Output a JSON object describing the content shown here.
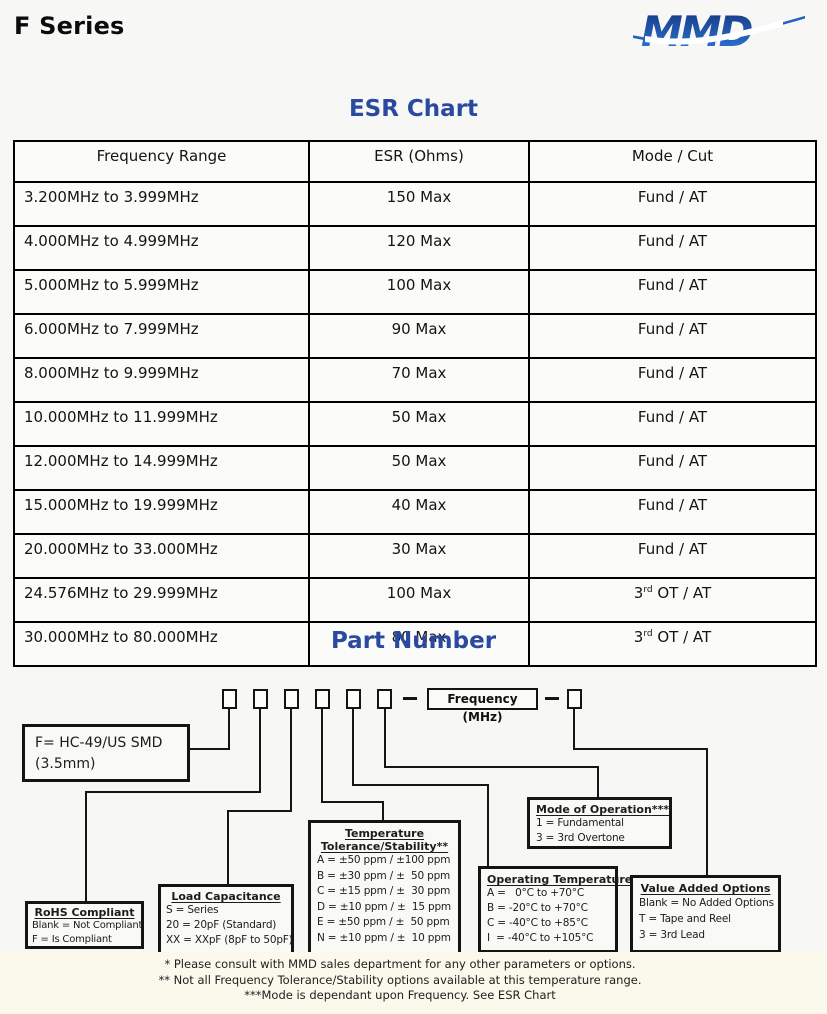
{
  "page": {
    "title": "F Series",
    "logo": "MMD"
  },
  "esr_chart": {
    "heading": "ESR Chart",
    "columns": [
      "Frequency Range",
      "ESR (Ohms)",
      "Mode / Cut"
    ],
    "rows": [
      [
        "3.200MHz to 3.999MHz",
        "150 Max",
        "Fund / AT"
      ],
      [
        "4.000MHz to 4.999MHz",
        "120 Max",
        "Fund / AT"
      ],
      [
        "5.000MHz to 5.999MHz",
        "100 Max",
        "Fund / AT"
      ],
      [
        "6.000MHz to 7.999MHz",
        "90 Max",
        "Fund / AT"
      ],
      [
        "8.000MHz to 9.999MHz",
        "70 Max",
        "Fund / AT"
      ],
      [
        "10.000MHz to 11.999MHz",
        "50 Max",
        "Fund / AT"
      ],
      [
        "12.000MHz to 14.999MHz",
        "50 Max",
        "Fund / AT"
      ],
      [
        "15.000MHz to 19.999MHz",
        "40 Max",
        "Fund / AT"
      ],
      [
        "20.000MHz to 33.000MHz",
        "30 Max",
        "Fund / AT"
      ],
      [
        "24.576MHz to 29.999MHz",
        "100 Max",
        "3rd OT / AT"
      ],
      [
        "30.000MHz to 80.000MHz",
        "80 Max",
        "3rd OT / AT"
      ]
    ]
  },
  "part_number": {
    "heading": "Part Number",
    "frequency_label": "Frequency (MHz)",
    "series_box": {
      "line1": "F= HC-49/US SMD",
      "line2": "(3.5mm)"
    },
    "rohs": {
      "title": "RoHS Compliant",
      "suffix": "",
      "items": [
        "Blank = Not Compliant",
        "F = Is Compliant"
      ]
    },
    "load_capacitance": {
      "title": "Load Capacitance",
      "suffix": "",
      "items": [
        "S = Series",
        "20 = 20pF (Standard)",
        "XX = XXpF (8pF to 50pF)"
      ]
    },
    "temperature_tolerance": {
      "title_line1": "Temperature",
      "title_line2": "Tolerance/Stability",
      "suffix": "**",
      "items": [
        "A = ±50 ppm / ±100 ppm",
        "B = ±30 ppm / ±  50 ppm",
        "C = ±15 ppm / ±  30 ppm",
        "D = ±10 ppm / ±  15 ppm",
        "E = ±50 ppm / ±  50 ppm",
        "N = ±10 ppm / ±  10 ppm"
      ]
    },
    "operating_temperature": {
      "title": "Operating Temperature",
      "suffix": "",
      "items": [
        "A =   0°C to +70°C",
        "B = -20°C to +70°C",
        "C = -40°C to +85°C",
        "I  = -40°C to +105°C"
      ]
    },
    "mode_of_operation": {
      "title": "Mode of Operation",
      "suffix": "***",
      "items": [
        "1 = Fundamental",
        "3 = 3rd Overtone"
      ]
    },
    "value_added_options": {
      "title": "Value Added Options",
      "suffix": "",
      "items": [
        "Blank = No Added Options",
        "T = Tape and Reel",
        "3 = 3rd Lead"
      ]
    },
    "footnotes": [
      "* Please consult with MMD sales department for any other parameters or options.",
      "** Not all Frequency Tolerance/Stability options available at this temperature range.",
      "***Mode is dependant upon Frequency. See ESR Chart"
    ]
  },
  "colors": {
    "heading_blue": "#2a4a9f",
    "logo_blue_top": "#14357f",
    "logo_blue_bottom": "#2f7bdb"
  }
}
